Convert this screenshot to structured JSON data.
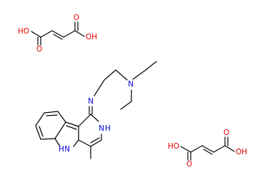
{
  "colors": {
    "background": "#ffffff",
    "bond": "#000000",
    "oxygen": "#e00000",
    "nitrogen": "#0000e0",
    "carbon": "#000000"
  },
  "molecules": {
    "fumaric_acid_top": {
      "labels": {
        "oh_left": "HO",
        "o_left": "O",
        "o_right": "O",
        "oh_right": "OH"
      }
    },
    "main": {
      "labels": {
        "n_imine": "N",
        "n_amine": "N",
        "n_ring": "N",
        "h_ring": "H",
        "n_indole": "N",
        "h_indole": "H"
      }
    },
    "fumaric_acid_bottom": {
      "labels": {
        "oh_left": "HO",
        "o_left": "O",
        "o_right": "O",
        "oh_right": "OH"
      }
    }
  }
}
